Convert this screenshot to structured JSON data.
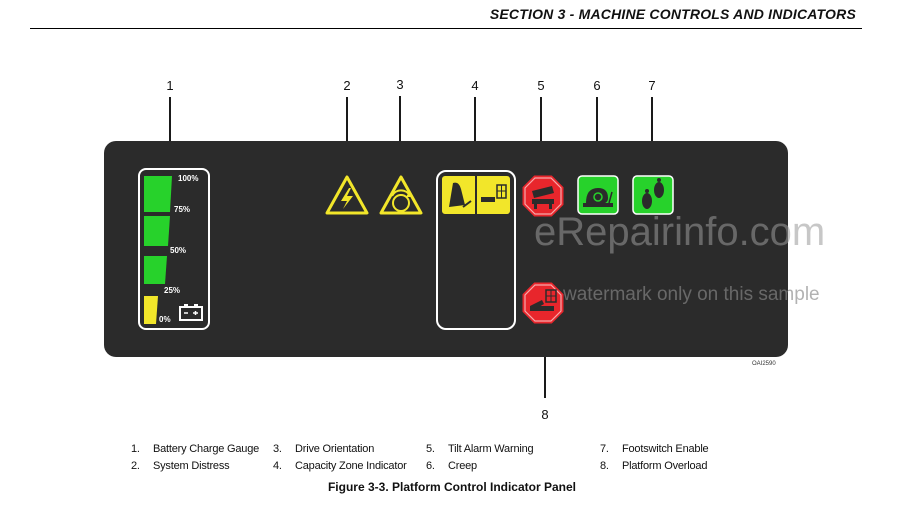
{
  "header": {
    "title": "SECTION 3 - MACHINE CONTROLS AND INDICATORS"
  },
  "callouts": [
    "1",
    "2",
    "3",
    "4",
    "5",
    "6",
    "7",
    "8"
  ],
  "gauge": {
    "labels": [
      "100%",
      "75%",
      "50%",
      "25%",
      "0%"
    ]
  },
  "colors": {
    "panel": "#2b2b2b",
    "green": "#27d22b",
    "yellow": "#f2e62a",
    "red": "#e8262c",
    "white": "#ffffff"
  },
  "icons": {
    "system_distress": "lightning-triangle-icon",
    "drive_orientation": "steering-triangle-icon",
    "capacity_zone": "zone-indicator-icon",
    "tilt_alarm": "tilt-stop-icon",
    "creep": "snail-icon",
    "footswitch": "footprint-icon",
    "overload": "overload-stop-icon",
    "battery": "battery-icon"
  },
  "figure_code": "OAI2590",
  "legend": [
    {
      "num": "1.",
      "label": "Battery Charge Gauge"
    },
    {
      "num": "2.",
      "label": "System Distress"
    },
    {
      "num": "3.",
      "label": "Drive Orientation"
    },
    {
      "num": "4.",
      "label": "Capacity Zone Indicator"
    },
    {
      "num": "5.",
      "label": "Tilt Alarm Warning"
    },
    {
      "num": "6.",
      "label": "Creep"
    },
    {
      "num": "7.",
      "label": "Footswitch Enable"
    },
    {
      "num": "8.",
      "label": "Platform Overload"
    }
  ],
  "caption": "Figure 3-3. Platform Control Indicator Panel",
  "watermark": {
    "line1": "eRepairinfo.com",
    "line2": "watermark only on this sample"
  }
}
